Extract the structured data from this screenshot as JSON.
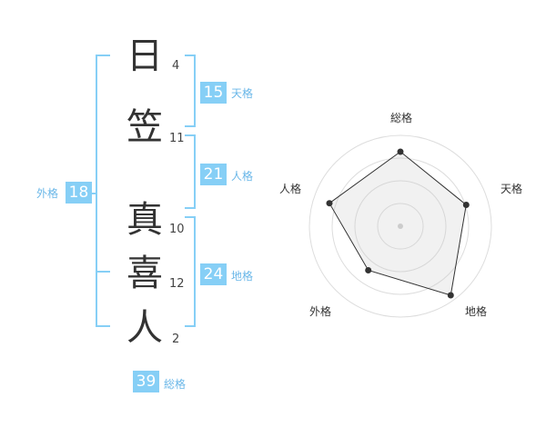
{
  "name": {
    "characters": [
      {
        "char": "日",
        "strokes": "4"
      },
      {
        "char": "笠",
        "strokes": "11"
      },
      {
        "char": "真",
        "strokes": "10"
      },
      {
        "char": "喜",
        "strokes": "12"
      },
      {
        "char": "人",
        "strokes": "2"
      }
    ]
  },
  "fortunes": {
    "tenkaku": {
      "value": "15",
      "label": "天格"
    },
    "jinkaku": {
      "value": "21",
      "label": "人格"
    },
    "chikaku": {
      "value": "24",
      "label": "地格"
    },
    "gaikaku": {
      "value": "18",
      "label": "外格"
    },
    "soukaku": {
      "value": "39",
      "label": "総格"
    }
  },
  "colors": {
    "accent": "#86cff6",
    "accent_text": "#6ab7e8"
  },
  "chart_data": {
    "type": "radar",
    "axes": [
      "総格",
      "天格",
      "地格",
      "外格",
      "人格"
    ],
    "values": [
      0.82,
      0.76,
      0.94,
      0.6,
      0.82
    ],
    "rings": 4,
    "range": [
      0,
      1
    ]
  }
}
